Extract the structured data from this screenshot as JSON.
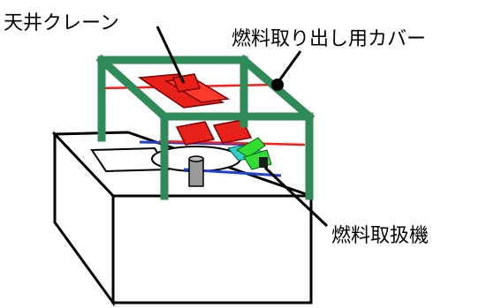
{
  "labels": {
    "crane": "天井クレーン",
    "cover": "燃料取り出し用カバー",
    "machine": "燃料取扱機"
  },
  "colors": {
    "frame": "#2e8b57",
    "crane": "#e8221b",
    "crane_edge": "#7a0000",
    "rail_red": "#ff1a1a",
    "rail_blue": "#1f3fd6",
    "machine_green": "#33dd33",
    "machine_cyan": "#33cccc",
    "cylinder": "#9a9a9a",
    "building_stroke": "#000000"
  },
  "icons": {
    "crane": "overhead-crane-block",
    "machine": "fuel-handling-machine-block",
    "cylinder": "fuel-cask-cylinder"
  }
}
